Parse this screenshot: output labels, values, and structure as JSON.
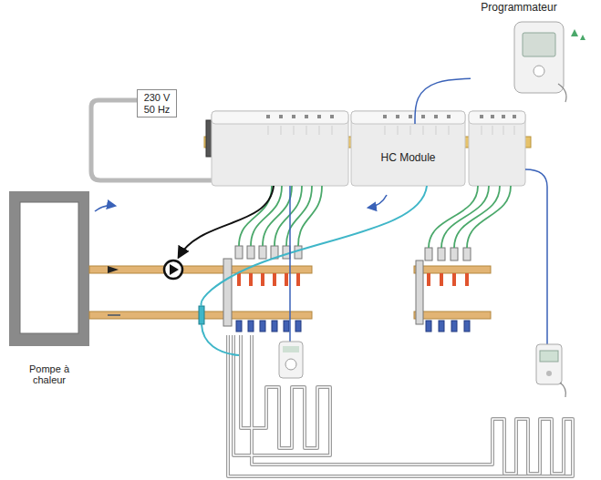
{
  "diagram": {
    "nodes": [
      {
        "text": [
          "230 V 50 Hz"
        ]
      },
      {
        "text": [
          "Programmateur"
        ]
      },
      {
        "text": [
          "HC Module"
        ]
      },
      {
        "text": [
          "Pompe à chaleur"
        ]
      }
    ],
    "edges": [
      {
        "from": 1,
        "to": 2,
        "arrow": "none"
      }
    ]
  }
}
